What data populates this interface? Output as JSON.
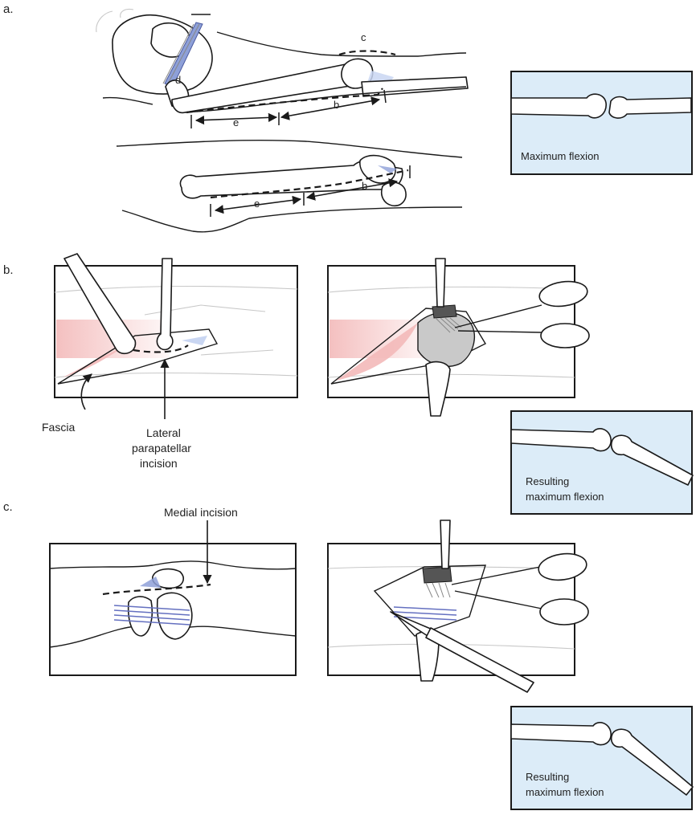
{
  "panels": {
    "a": {
      "letter": "a.",
      "labels": {
        "c": "c",
        "d": "d",
        "b_upper": "b",
        "e_upper": "e",
        "b_lower": "b",
        "e_lower": "e"
      },
      "inset_caption": "Maximum flexion"
    },
    "b": {
      "letter": "b.",
      "callouts": {
        "fascia": "Fascia",
        "lateral_line1": "Lateral",
        "lateral_line2": "parapatellar",
        "lateral_line3": "incision"
      },
      "inset_caption_line1": "Resulting",
      "inset_caption_line2": "maximum flexion"
    },
    "c": {
      "letter": "c.",
      "callouts": {
        "medial": "Medial incision"
      },
      "inset_caption_line1": "Resulting",
      "inset_caption_line2": "maximum flexion"
    }
  },
  "colors": {
    "inset_fill": "#dcecf8",
    "fascia_pink": "#f3b9b9",
    "tendon_blue": "#8ea0d8",
    "joint_blue": "#c9d6f2",
    "capsule_gray": "#c9c9c9"
  }
}
